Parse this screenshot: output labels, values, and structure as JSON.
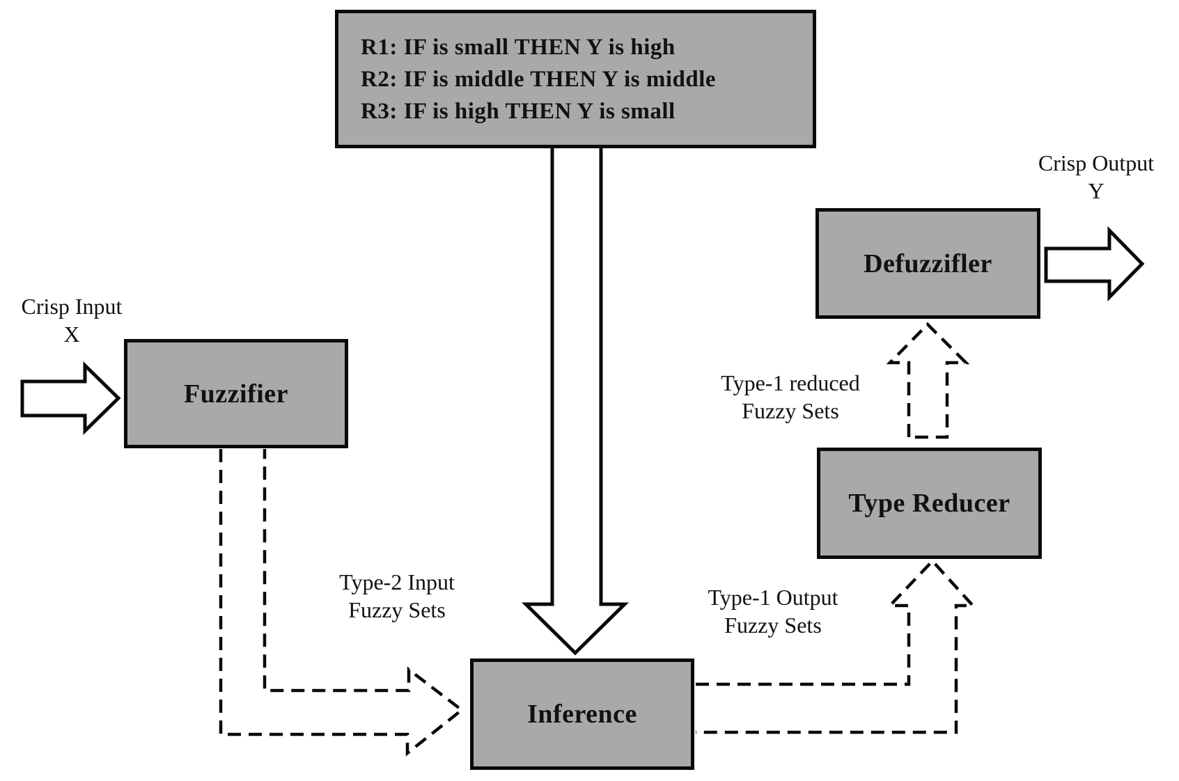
{
  "diagram": {
    "rules_box": {
      "lines": [
        "R1: IF is small THEN Y is high",
        "R2: IF is middle THEN Y is middle",
        "R3: IF is high THEN Y is small"
      ]
    },
    "boxes": {
      "fuzzifier": {
        "label": "Fuzzifier"
      },
      "inference": {
        "label": "Inference"
      },
      "type_reducer": {
        "label": "Type Reducer"
      },
      "defuzzifier": {
        "label": "Defuzzifler"
      }
    },
    "labels": {
      "crisp_input": {
        "line1": "Crisp Input",
        "line2": "X"
      },
      "crisp_output": {
        "line1": "Crisp Output",
        "line2": "Y"
      },
      "type2_input": {
        "line1": "Type-2 Input",
        "line2": "Fuzzy Sets"
      },
      "type1_output": {
        "line1": "Type-1 Output",
        "line2": "Fuzzy Sets"
      },
      "type1_reduced": {
        "line1": "Type-1 reduced",
        "line2": "Fuzzy Sets"
      }
    },
    "colors": {
      "box_fill": "#a9a9a9",
      "box_border": "#0a0a0a",
      "arrow_fill": "#ffffff",
      "line": "#0a0a0a",
      "background": "#ffffff"
    }
  }
}
